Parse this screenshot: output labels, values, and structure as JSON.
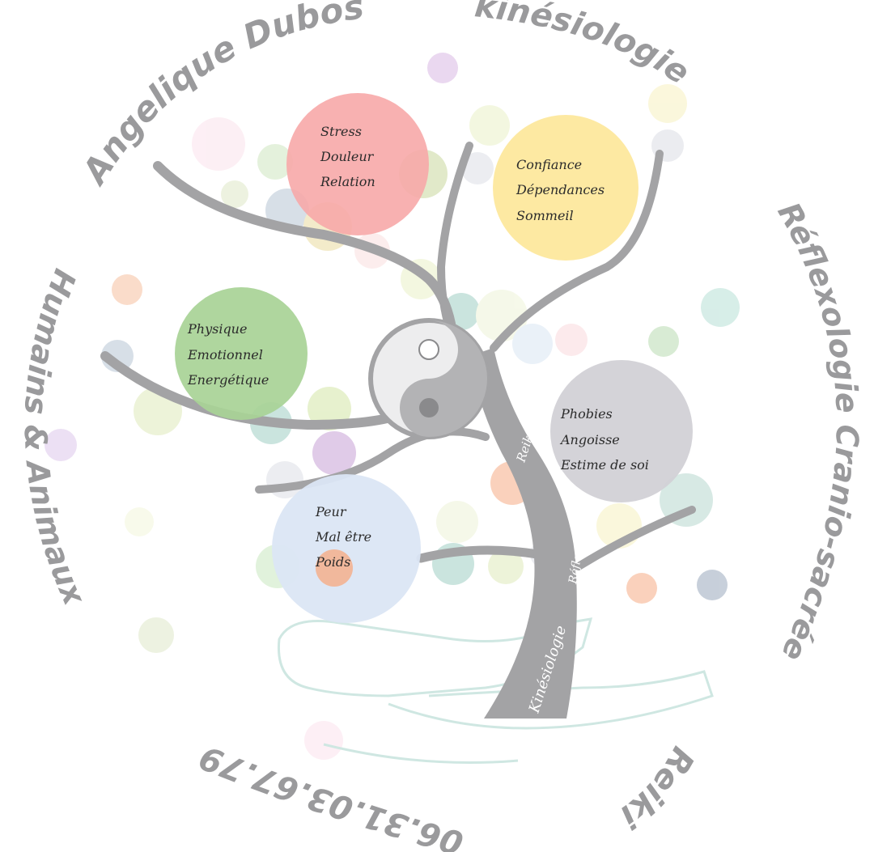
{
  "title_arc": {
    "name": "Angelique Dubos",
    "kinesiologie": "kinésiologie",
    "reflexo": "Réflexologie Cranio-sacrée",
    "humains": "Humains & Animaux",
    "reiki": "Reiki",
    "phone": "06.31.03.67.79"
  },
  "trunk_labels": {
    "reiki": "Reiki",
    "reflexologie": "Réflexologie",
    "kinesiologie": "Kinésiologie"
  },
  "circles": [
    {
      "lines": [
        "Stress",
        "Douleur",
        "Relation"
      ],
      "color": "#f7a9a8"
    },
    {
      "lines": [
        "Confiance",
        "Dépendances",
        "Sommeil"
      ],
      "color": "#fde79a"
    },
    {
      "lines": [
        "Physique",
        "Emotionnel",
        "Energétique"
      ],
      "color": "#a8d396"
    },
    {
      "lines": [
        "Phobies",
        "Angoisse",
        "Estime de soi"
      ],
      "color": "#d2d1d6"
    },
    {
      "lines": [
        "Peur",
        "Mal être",
        "Poids"
      ],
      "color": "#dbe6f4"
    }
  ],
  "palette": {
    "grey_text": "#9a9a9c",
    "trunk": "#a3a3a5",
    "hands": "#cfe7e2"
  }
}
